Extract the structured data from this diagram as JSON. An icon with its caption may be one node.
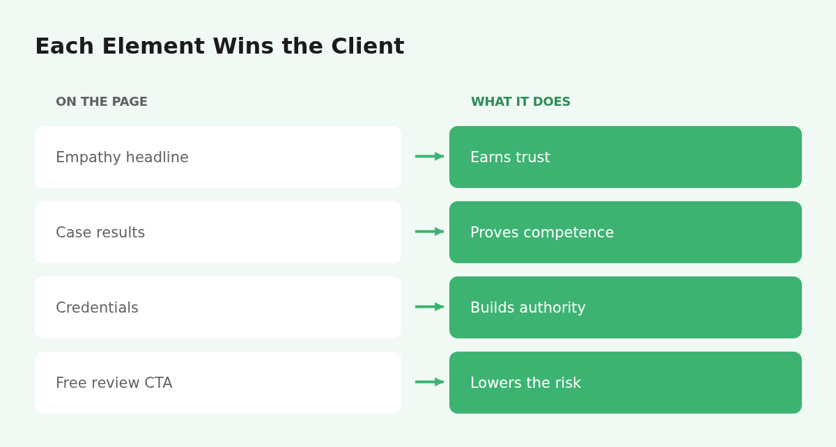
{
  "diagram": {
    "title": "Each Element Wins the Client",
    "nodes": [
      {
        "text": [
          "Empathy headline"
        ]
      },
      {
        "text": [
          "Earns trust"
        ]
      },
      {
        "text": [
          "Case results"
        ]
      },
      {
        "text": [
          "Proves competence"
        ]
      },
      {
        "text": [
          "Credentials"
        ]
      },
      {
        "text": [
          "Builds authority"
        ]
      },
      {
        "text": [
          "Free review CTA"
        ]
      },
      {
        "text": [
          "Lowers the risk"
        ]
      }
    ],
    "edges": [
      {
        "from": 0,
        "to": 1,
        "arrow": "to"
      },
      {
        "from": 2,
        "to": 3,
        "arrow": "to"
      },
      {
        "from": 4,
        "to": 5,
        "arrow": "to"
      },
      {
        "from": 6,
        "to": 7,
        "arrow": "to"
      }
    ],
    "labels": [
      "ON THE PAGE",
      "WHAT IT DOES"
    ]
  }
}
